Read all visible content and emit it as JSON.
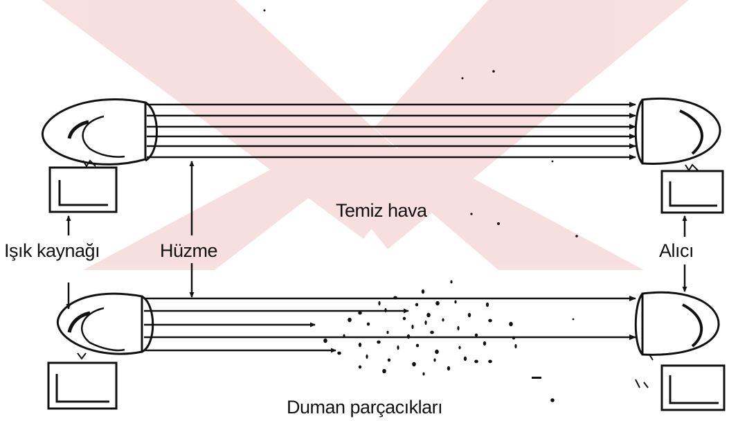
{
  "labels": {
    "clean_air": "Temiz hava",
    "light_source": "Işık kaynağı",
    "beam": "Hüzme",
    "receiver": "Alıcı",
    "smoke_particles": "Duman parçacıkları"
  },
  "colors": {
    "ink": "#111111",
    "watermark": "#f4d6d6",
    "background": "#ffffff"
  },
  "icons": [
    "light-source-projector",
    "receiver-unit",
    "arrow"
  ]
}
